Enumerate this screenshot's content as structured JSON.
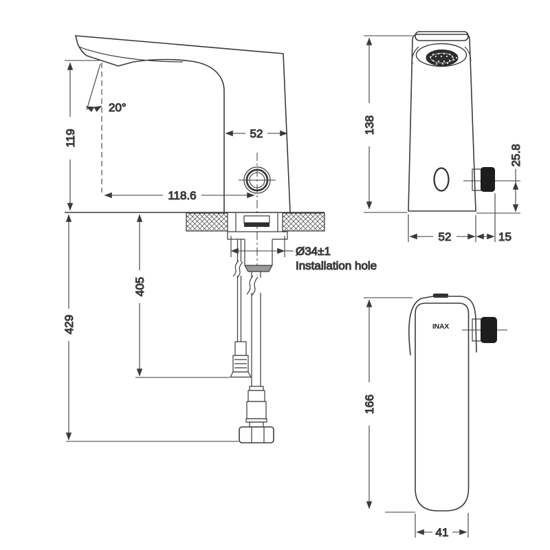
{
  "drawing": {
    "background": "#ffffff",
    "line_color": "#3a3a3a",
    "side": {
      "angle": "20°",
      "height": "119",
      "depth": "52",
      "reach": "118.6",
      "hole_dia": "Ø34±1",
      "hole_note": "Installation hole",
      "cable_drop": "405",
      "hose_drop": "429"
    },
    "front": {
      "height": "138",
      "width": "52",
      "knob_offset": "25.8",
      "knob_width": "15"
    },
    "body": {
      "height": "166",
      "depth": "41",
      "brand": "INAX"
    }
  }
}
